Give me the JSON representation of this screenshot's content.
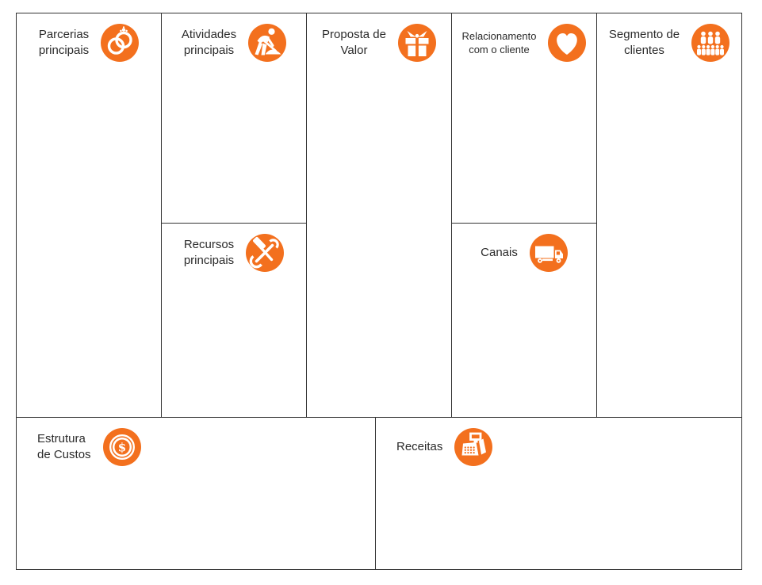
{
  "theme": {
    "accent": "#f3701e",
    "border": "#333333",
    "text": "#2b2b2b",
    "background": "#ffffff"
  },
  "blocks": [
    {
      "id": "parcerias",
      "label": "Parcerias\nprincipais",
      "icon": "rings-icon"
    },
    {
      "id": "atividades",
      "label": "Atividades\nprincipais",
      "icon": "worker-icon"
    },
    {
      "id": "recursos",
      "label": "Recursos\nprincipais",
      "icon": "tools-icon"
    },
    {
      "id": "proposta",
      "label": "Proposta de\nValor",
      "icon": "gift-icon"
    },
    {
      "id": "relacionamento",
      "label": "Relacionamento\ncom o cliente",
      "icon": "heart-icon"
    },
    {
      "id": "canais",
      "label": "Canais",
      "icon": "truck-icon"
    },
    {
      "id": "segmento",
      "label": "Segmento de\nclientes",
      "icon": "people-icon"
    },
    {
      "id": "custos",
      "label": "Estrutura\nde Custos",
      "icon": "coin-icon"
    },
    {
      "id": "receitas",
      "label": "Receitas",
      "icon": "register-icon"
    }
  ]
}
